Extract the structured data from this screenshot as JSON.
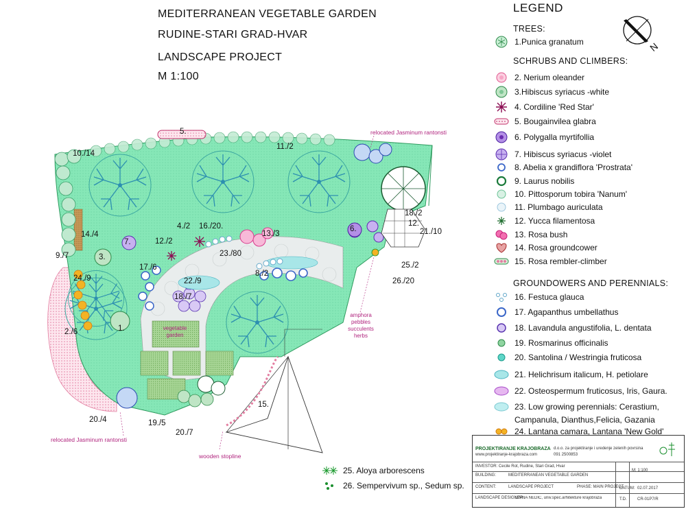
{
  "title": {
    "line1": "MEDITERRANEAN VEGETABLE GARDEN",
    "line2": "RUDINE-STARI GRAD-HVAR",
    "line3": "LANDSCAPE PROJECT",
    "scale": "M 1:100"
  },
  "compass": {
    "letter": "N"
  },
  "legend": {
    "heading": "LEGEND",
    "trees_heading": "TREES:",
    "trees": [
      {
        "label": "1.Punica granatum",
        "icon": "tree-green-icon"
      }
    ],
    "shrubs_heading": "SCHRUBS AND CLIMBERS:",
    "shrubs": [
      {
        "label": "2. Nerium oleander",
        "icon": "pink-flower-icon"
      },
      {
        "label": "3.Hibiscus syriacus -white",
        "icon": "green-shrub-icon"
      },
      {
        "label": "4. Cordiline 'Red Star'",
        "icon": "star-burst-icon"
      },
      {
        "label": "5. Bougainvilea glabra",
        "icon": "bougainvillea-icon"
      },
      {
        "label": "6. Polygalla myrtifollia",
        "icon": "purple-shrub-icon"
      },
      {
        "label": "7. Hibiscus syriacus -violet",
        "icon": "violet-shrub-icon"
      },
      {
        "label": "8. Abelia x grandiflora 'Prostrata'",
        "icon": "abelia-icon"
      },
      {
        "label": "9. Laurus nobilis",
        "icon": "laurus-icon"
      },
      {
        "label": "10. Pittosporum tobira 'Nanum'",
        "icon": "pittosporum-icon"
      },
      {
        "label": "11. Plumbago auriculata",
        "icon": "plumbago-icon"
      },
      {
        "label": "12. Yucca filamentosa",
        "icon": "yucca-icon"
      },
      {
        "label": "13. Rosa bush",
        "icon": "rosa-bush-icon"
      },
      {
        "label": "14. Rosa groundcower",
        "icon": "rosa-ground-icon"
      },
      {
        "label": "15. Rosa rembler-climber",
        "icon": "rosa-climber-icon"
      }
    ],
    "ground_heading": "GROUNDOWERS AND PERENNIALS:",
    "ground": [
      {
        "label": "16. Festuca glauca",
        "icon": "festuca-icon"
      },
      {
        "label": "17. Agapanthus umbellathus",
        "icon": "agapanthus-icon"
      },
      {
        "label": "18. Lavandula angustifolia, L. dentata",
        "icon": "lavandula-icon"
      },
      {
        "label": "19. Rosmarinus officinalis",
        "icon": "rosmarinus-icon"
      },
      {
        "label": "20. Santolina / Westringia fruticosa",
        "icon": "santolina-icon"
      },
      {
        "label": "21. Helichrisum italicum, H. petiolare",
        "icon": "helichrysum-icon"
      },
      {
        "label": "22. Osteospermum fruticosus, Iris, Gaura.",
        "icon": "osteospermum-icon"
      },
      {
        "label": "23. Low growing perennials: Cerastium,",
        "label2": "Campanula, Dianthus,Felicia, Gazania",
        "icon": "perennials-icon"
      },
      {
        "label": "24. Lantana camara, Lantana 'New Gold'",
        "icon": "lantana-icon"
      }
    ],
    "succulents": [
      {
        "label": "25. Aloya arborescens",
        "icon": "aloe-icon"
      },
      {
        "label": "26. Sempervivum sp., Sedum sp.",
        "icon": "sedum-icon"
      }
    ]
  },
  "plan_labels": {
    "l5": "5.",
    "l10_14": "10./14",
    "l11_2": "11./2",
    "l14_4": "14./4",
    "l7": "7.",
    "l4_2": "4./2",
    "l16_20": "16./20.",
    "l13_3": "13./3",
    "l12_2": "12./2",
    "l23_80": "23./80",
    "l9_7": "9./7",
    "l3": "3.",
    "l17_6": "17./6",
    "l8_2": "8./2",
    "l24_9": "24./9",
    "l22_9": "22./9",
    "l18_7": "18./7",
    "l2_6": "2./6",
    "l1": "1.",
    "l6": "6.",
    "l18_2": "18./2",
    "l12": "12.",
    "l21_10": "21./10",
    "l25_2": "25./2",
    "l26_20": "26./20",
    "l15": "15.",
    "l20_4": "20./4",
    "l19_5": "19./5",
    "l20_7": "20./7"
  },
  "plan_notes": {
    "jasmine_top": "relocated Jasminum rantonsti",
    "jasmine_bottom": "relocated Jasminum rantonsti",
    "amphora": "amphora\npebbles\nsucculents\nherbs",
    "vegetable": "vegetable\ngarden",
    "stopline": "wooden stopline"
  },
  "title_block": {
    "company": "PROJEKTIRANJE KRAJOBRAZA",
    "company_sub": "d.o.o. za projektiranje i uredenje zelenih povrsina",
    "contact": "www.projektiranje-krajobraza.com",
    "phone": "091 2500853",
    "investor": "INVESTOR: Cecile Rot, Rudine, Stari Grad, Hvar",
    "building": "BUILDING:",
    "building_val": "MEDITERRANEAN VEGETABLE GARDEN",
    "content": "CONTENT:",
    "content_val": "LANDSCAPE PROJECT",
    "phase": "PHASE: MAIN PROJECT",
    "scale": "M: 1:100",
    "designer": "LANDSCAPE DESIGNER:",
    "designer_val": "DIVNA NEDIC, univ.spec.arhitekture krajobraza",
    "datum": "DATUM:",
    "datum_val": "02.07.2017",
    "td": "T.D.",
    "td_val": "CR-01P7/R"
  },
  "colors": {
    "lawn": "#7fe3b0",
    "lawn_stroke": "#2e9a5e",
    "tree": "#3aa6a0",
    "path": "#e8ecec",
    "veg": "#9bd08a",
    "pink": "#e7789e",
    "purple": "#6b2db0",
    "blue": "#3a66c8",
    "magenta_note": "#b0237d"
  }
}
